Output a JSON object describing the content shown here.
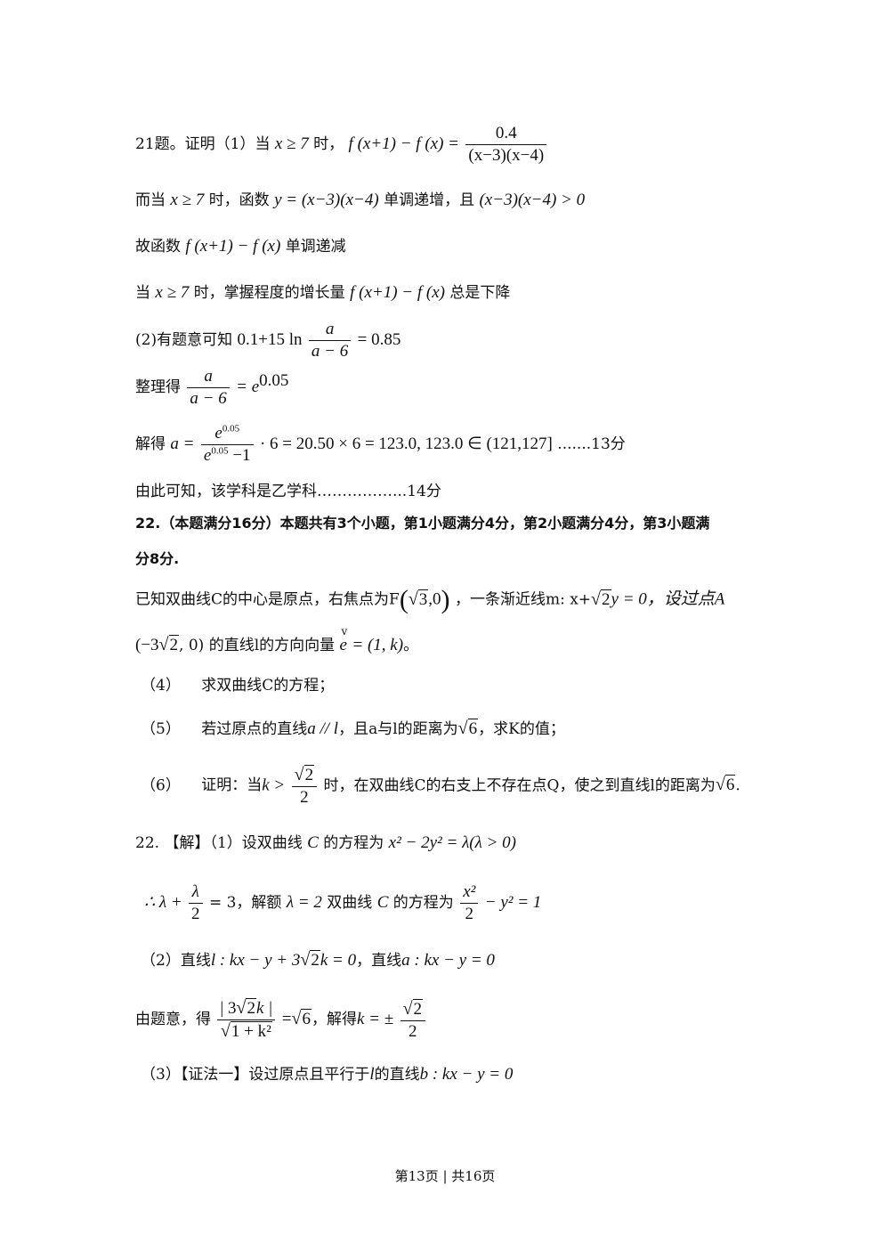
{
  "q21": {
    "lead": "21题。证明（1）当",
    "cond": "x ≥ 7",
    "shi": "时，",
    "fx": "f (x+1) − f (x) =",
    "num": "0.4",
    "den": "(x−3)(x−4)",
    "line2_a": "而当",
    "line2_b": "x ≥ 7",
    "line2_c": "时，函数",
    "line2_d": "y = (x−3)(x−4)",
    "line2_e": "单调递增，且",
    "line2_f": "(x−3)(x−4) > 0",
    "line3_a": "故函数",
    "line3_b": "f (x+1) − f (x)",
    "line3_c": "单调递减",
    "line4_a": "当",
    "line4_b": "x ≥ 7",
    "line4_c": "时，掌握程度的增长量",
    "line4_d": "f (x+1) − f (x)",
    "line4_e": "总是下降",
    "p2_a": "(2)有题意可知",
    "p2_b": "0.1+15 ln",
    "p2_num": "a",
    "p2_den": "a − 6",
    "p2_c": "= 0.85",
    "p3_a": "整理得",
    "p3_num": "a",
    "p3_den": "a − 6",
    "p3_b": "= e",
    "p3_exp": "0.05",
    "p4_a": "解得",
    "p4_b": "a =",
    "p4_num": "e",
    "p4_num_exp": "0.05",
    "p4_den": "e",
    "p4_den_exp": "0.05",
    "p4_den_tail": " −1",
    "p4_c": "· 6 = 20.50 × 6 = 123.0, 123.0 ∈ (121,127]",
    "p4_d": ".......13分",
    "p5": "由此可知，该学科是乙学科……………...14分"
  },
  "q22": {
    "head1": "22.（本题满分16分）本题共有3个小题，第1小题满分4分，第2小题满分4分，第3小题满",
    "head2": "分8分.",
    "s1_a": "已知双曲线C的中心是原点，右焦点为F",
    "s1_rad": "3",
    "s1_b": ",0",
    "s1_c": "，一条渐近线m: x+",
    "s1_rad2": "2",
    "s1_d": "y = 0，设过点A",
    "s2_a": "(−3",
    "s2_rad": "2",
    "s2_b": ", 0) 的直线l的方向向量",
    "s2_e": "e",
    "s2_c": "= (1, k)",
    "s2_d": "。",
    "i4_n": "（4）",
    "i4_t": "求双曲线C的方程；",
    "i5_n": "（5）",
    "i5_a": "若过原点的直线",
    "i5_b": "a // l",
    "i5_c": "，且a与l的距离为",
    "i5_rad": "6",
    "i5_d": "，求K的值；",
    "i6_n": "（6）",
    "i6_a": "证明：当",
    "i6_b": "k >",
    "i6_num_rad": "2",
    "i6_den": "2",
    "i6_c": "时，在双曲线C的右支上不存在点Q，使之到直线l的距离为",
    "i6_rad": "6",
    "i6_d": "."
  },
  "sol": {
    "l1_a": "22. 【解】（1）设双曲线",
    "l1_b": "C",
    "l1_c": "的方程为",
    "l1_d": "x² − 2y² = λ(λ > 0)",
    "l2_a": "∴ λ +",
    "l2_num": "λ",
    "l2_den": "2",
    "l2_b": "= 3，解额",
    "l2_c": "λ = 2",
    "l2_d": "双曲线",
    "l2_e": "C",
    "l2_f": "的方程为",
    "l2_num2": "x²",
    "l2_den2": "2",
    "l2_g": "− y² = 1",
    "l3_a": "（2）直线",
    "l3_b": "l : kx − y + 3",
    "l3_rad": "2",
    "l3_c": "k = 0",
    "l3_d": "，直线",
    "l3_e": "a : kx − y = 0",
    "l4_a": "由题意，得",
    "l4_num_a": "| 3",
    "l4_num_rad": "2",
    "l4_num_b": "k |",
    "l4_den_rad": "1 + k²",
    "l4_b": "=",
    "l4_rad": "6",
    "l4_c": "，解得",
    "l4_d": "k = ±",
    "l4_num2_rad": "2",
    "l4_den2": "2",
    "l5_a": "（3）【证法一】设过原点且平行于",
    "l5_b": "l",
    "l5_c": "的直线",
    "l5_d": "b : kx − y = 0"
  },
  "footer": "第13页 | 共16页"
}
